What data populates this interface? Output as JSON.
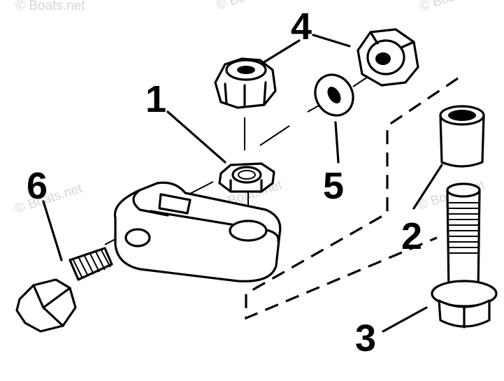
{
  "watermarks": [
    "© Boats.net",
    "© Boats.net",
    "© Boats.net",
    "© Boats.net",
    "© Boats.net",
    "© Boats.net",
    "© Boats.net"
  ],
  "callouts": {
    "c1": "1",
    "c2": "2",
    "c3": "3",
    "c4": "4",
    "c5": "5",
    "c6": "6"
  },
  "colors": {
    "ink": "#000000",
    "watermark": "#d6d6d6",
    "background": "#ffffff"
  }
}
